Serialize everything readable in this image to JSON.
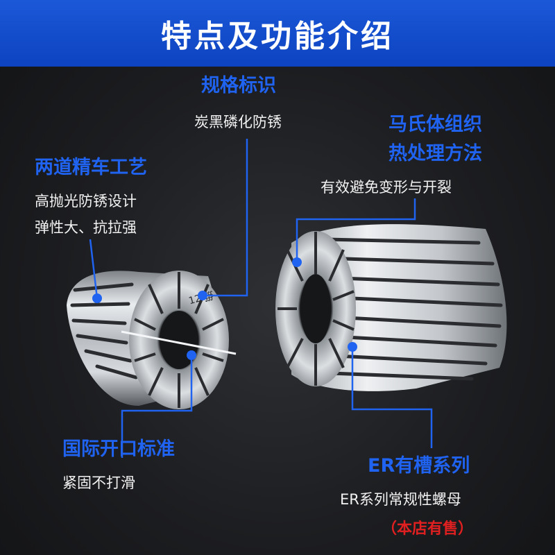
{
  "header": {
    "title": "特点及功能介绍"
  },
  "features": {
    "spec_mark": {
      "title": "规格标识",
      "desc": "炭黑磷化防锈"
    },
    "double_turning": {
      "title": "两道精车工艺",
      "desc_line1": "高抛光防锈设计",
      "desc_line2": "弹性大、抗拉强"
    },
    "martensite": {
      "title_line1": "马氏体组织",
      "title_line2": "热处理方法",
      "desc": "有效避免变形与开裂"
    },
    "international_opening": {
      "title": "国际开口标准",
      "desc": "紧固不打滑"
    },
    "er_slotted": {
      "title": "ER有槽系列",
      "desc": "ER系列常规性螺母",
      "note": "（本店有售）"
    }
  },
  "product": {
    "engraving": "12 ∰"
  },
  "colors": {
    "banner": "#1552d4",
    "accent_blue": "#1f63f0",
    "note_red": "#e02020",
    "background": "#1c1d20"
  }
}
